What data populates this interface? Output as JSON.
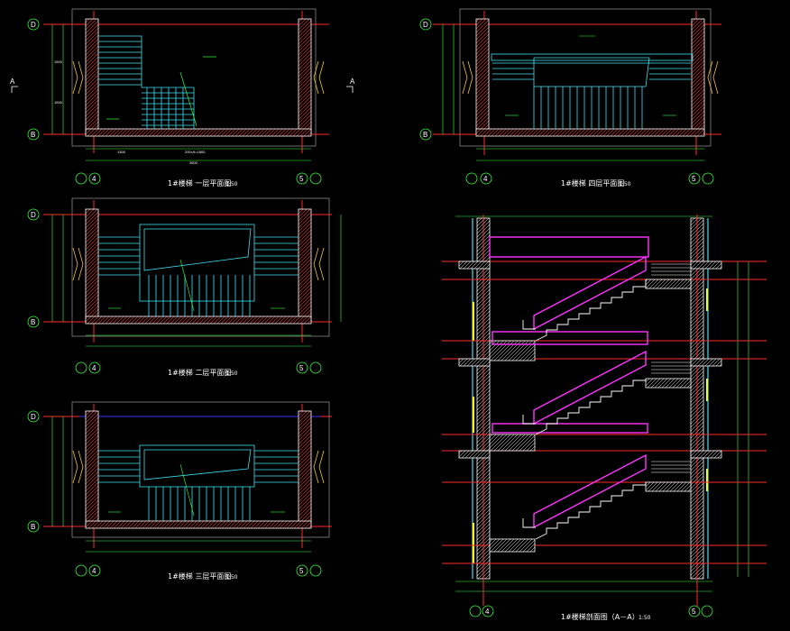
{
  "colors": {
    "background": "#000000",
    "grid_red": "#ff2a2a",
    "wall_white": "#ffffff",
    "stair_cyan": "#3fe0f0",
    "dim_green": "#39ff39",
    "beam_magenta": "#ff33ff",
    "yellow": "#ffff00",
    "blue": "#3333ff"
  },
  "drawings": {
    "plan_1": {
      "title": "1#楼梯 一层平面图",
      "scale": "1:50"
    },
    "plan_4": {
      "title": "1#楼梯 四层平面图",
      "scale": "1:50"
    },
    "plan_2": {
      "title": "1#楼梯 二层平面图",
      "scale": "1:50"
    },
    "plan_3": {
      "title": "1#楼梯 三层平面图",
      "scale": "1:50"
    },
    "section": {
      "title": "1#楼梯剖面图（A－A）",
      "scale": "1:50"
    }
  },
  "axis_labels": {
    "d": "D",
    "b": "B",
    "four": "4",
    "five": "5",
    "section_mark": "A"
  },
  "icons": [
    "axis-bubble-icon",
    "section-cut-marker-icon"
  ]
}
